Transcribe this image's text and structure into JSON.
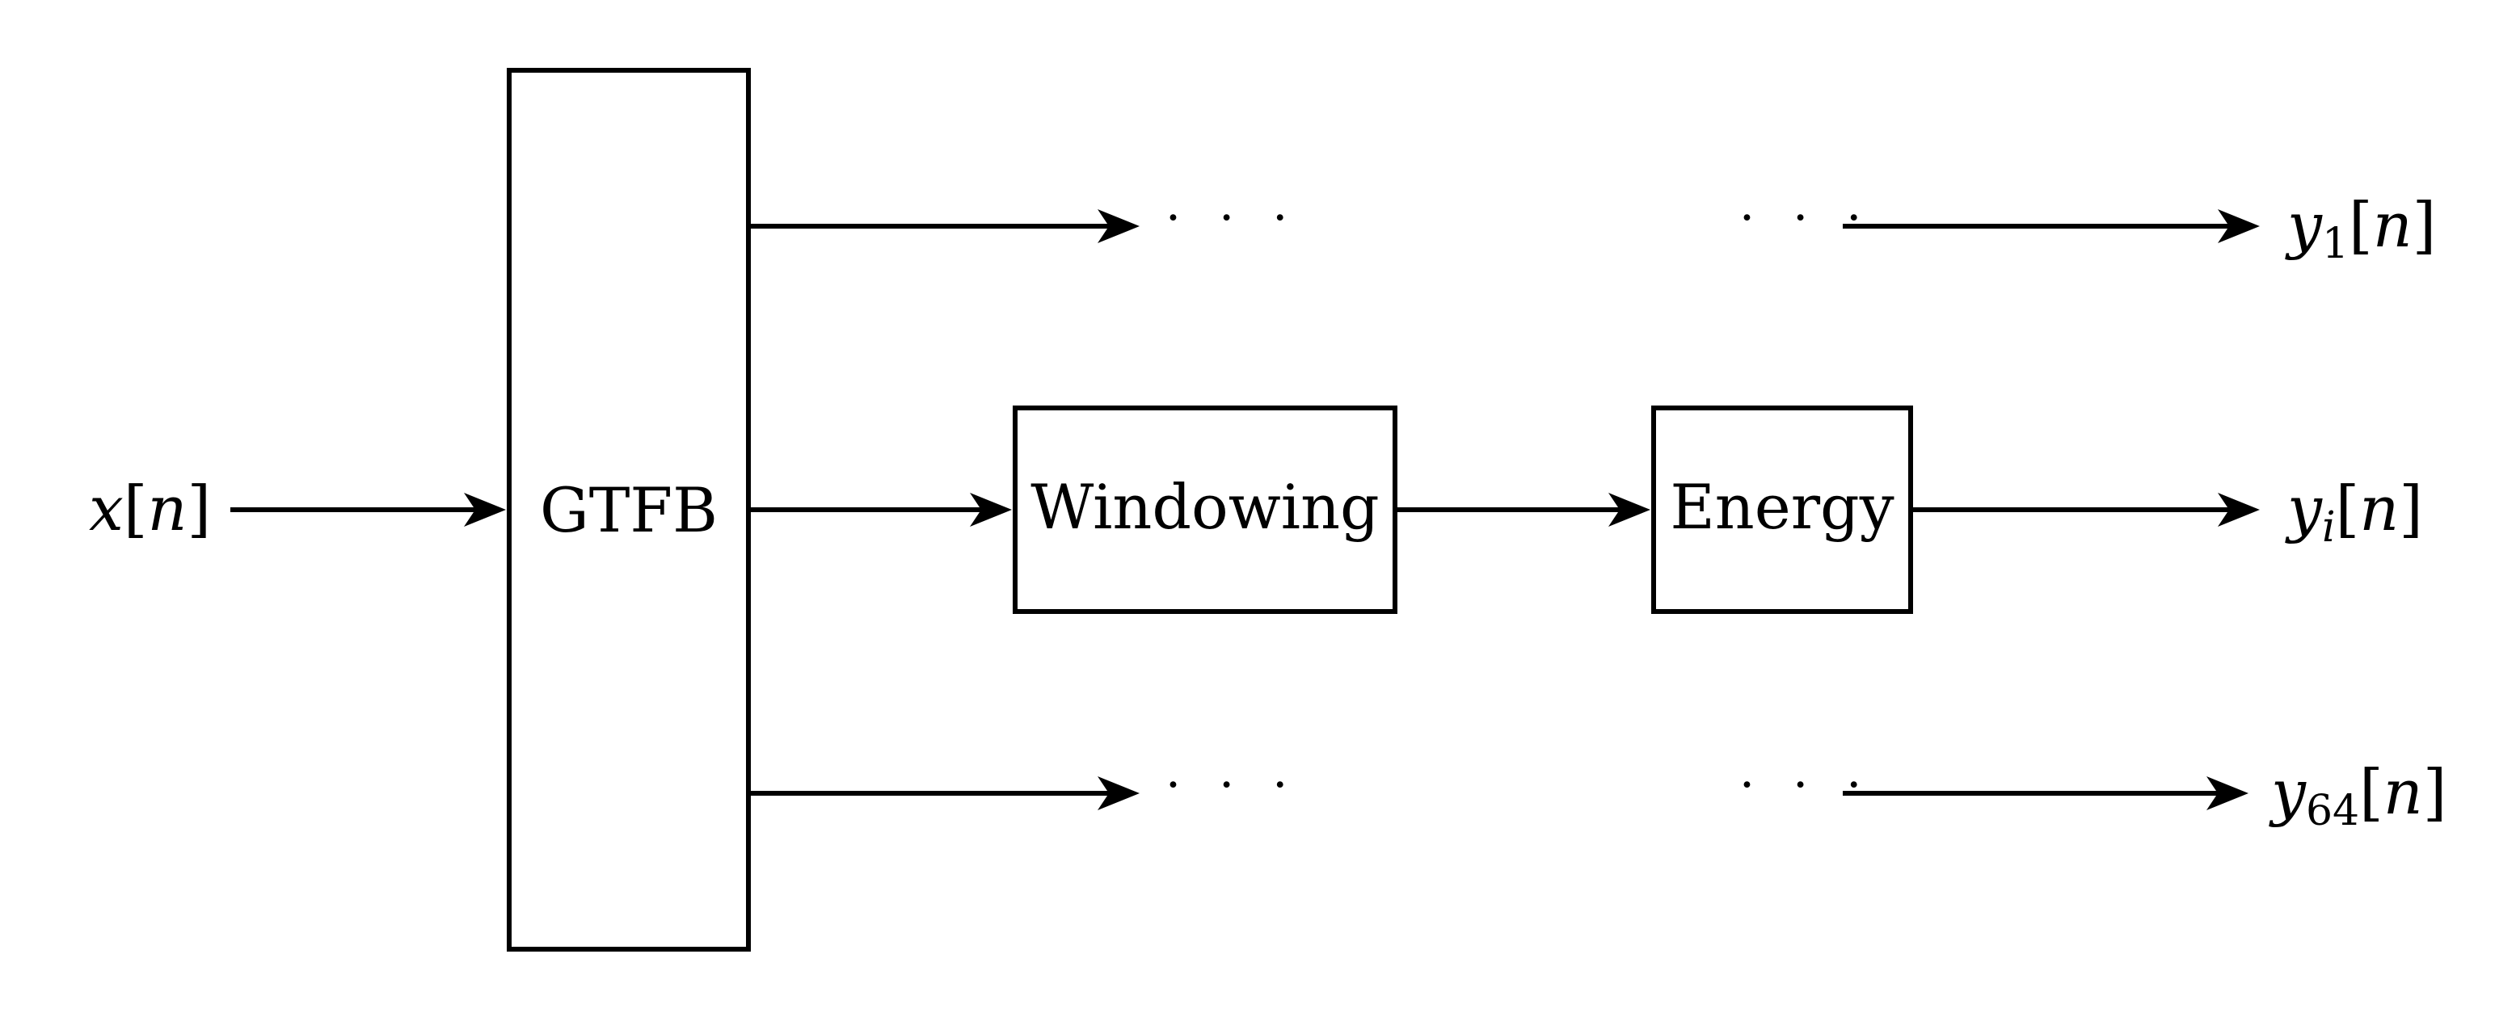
{
  "blocks": {
    "filterbank": "GTFB",
    "windowing": "Windowing",
    "energy": "Energy"
  },
  "input": {
    "var": "x",
    "open": "[",
    "index": "n",
    "close": "]"
  },
  "outputs": [
    {
      "var": "y",
      "sub": "1",
      "open": "[",
      "index": "n",
      "close": "]"
    },
    {
      "var": "y",
      "sub": "i",
      "open": "[",
      "index": "n",
      "close": "]"
    },
    {
      "var": "y",
      "sub": "64",
      "open": "[",
      "index": "n",
      "close": "]"
    }
  ],
  "ellipsis": "· · ·"
}
